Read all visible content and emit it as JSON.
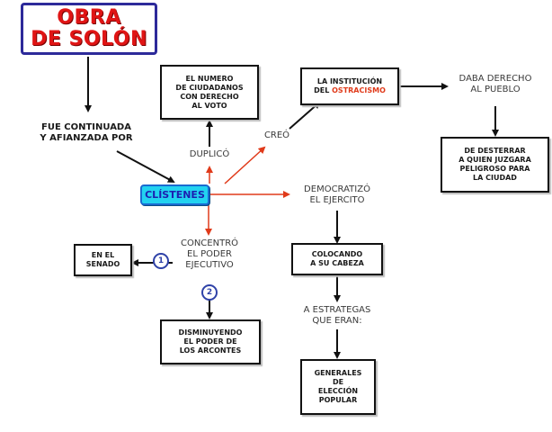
{
  "title": {
    "line1": "OBRA",
    "line2": "DE SOLÓN"
  },
  "center": "CLÍSTENES",
  "links": {
    "continued": "FUE CONTINUADA\nY AFIANZADA POR",
    "duplico": "DUPLICÓ",
    "creo": "CREÓ",
    "democratizo": "DEMOCRATIZÓ\nEL EJERCITO",
    "concentro": "CONCENTRÓ\nEL PODER\nEJECUTIVO",
    "daba": "DABA DERECHO\nAL PUEBLO",
    "estrategas": "A ESTRATEGAS\nQUE ERAN:"
  },
  "boxes": {
    "ciudadanos": "EL NUMERO\nDE CIUDADANOS\nCON DERECHO\nAL VOTO",
    "institucion_prefix": "LA INSTITUCIÓN\nDEL ",
    "institucion_highlight": "OSTRACISMO",
    "desterrar": "DE DESTERRAR\nA QUIEN JUZGARA\nPELIGROSO PARA\nLA CIUDAD",
    "colocando": "COLOCANDO\nA SU CABEZA",
    "generales": "GENERALES\nDE\nELECCIÓN\nPOPULAR",
    "senado": "EN EL\nSENADO",
    "arcontes": "DISMINUYENDO\nEL PODER DE\nLOS ARCONTES"
  },
  "badges": {
    "one": "1",
    "two": "2"
  },
  "colors": {
    "title_red": "#e01515",
    "center_fill": "#22d2f0",
    "red_arrow": "#e03a1a",
    "badge_blue": "#2f42a8"
  }
}
